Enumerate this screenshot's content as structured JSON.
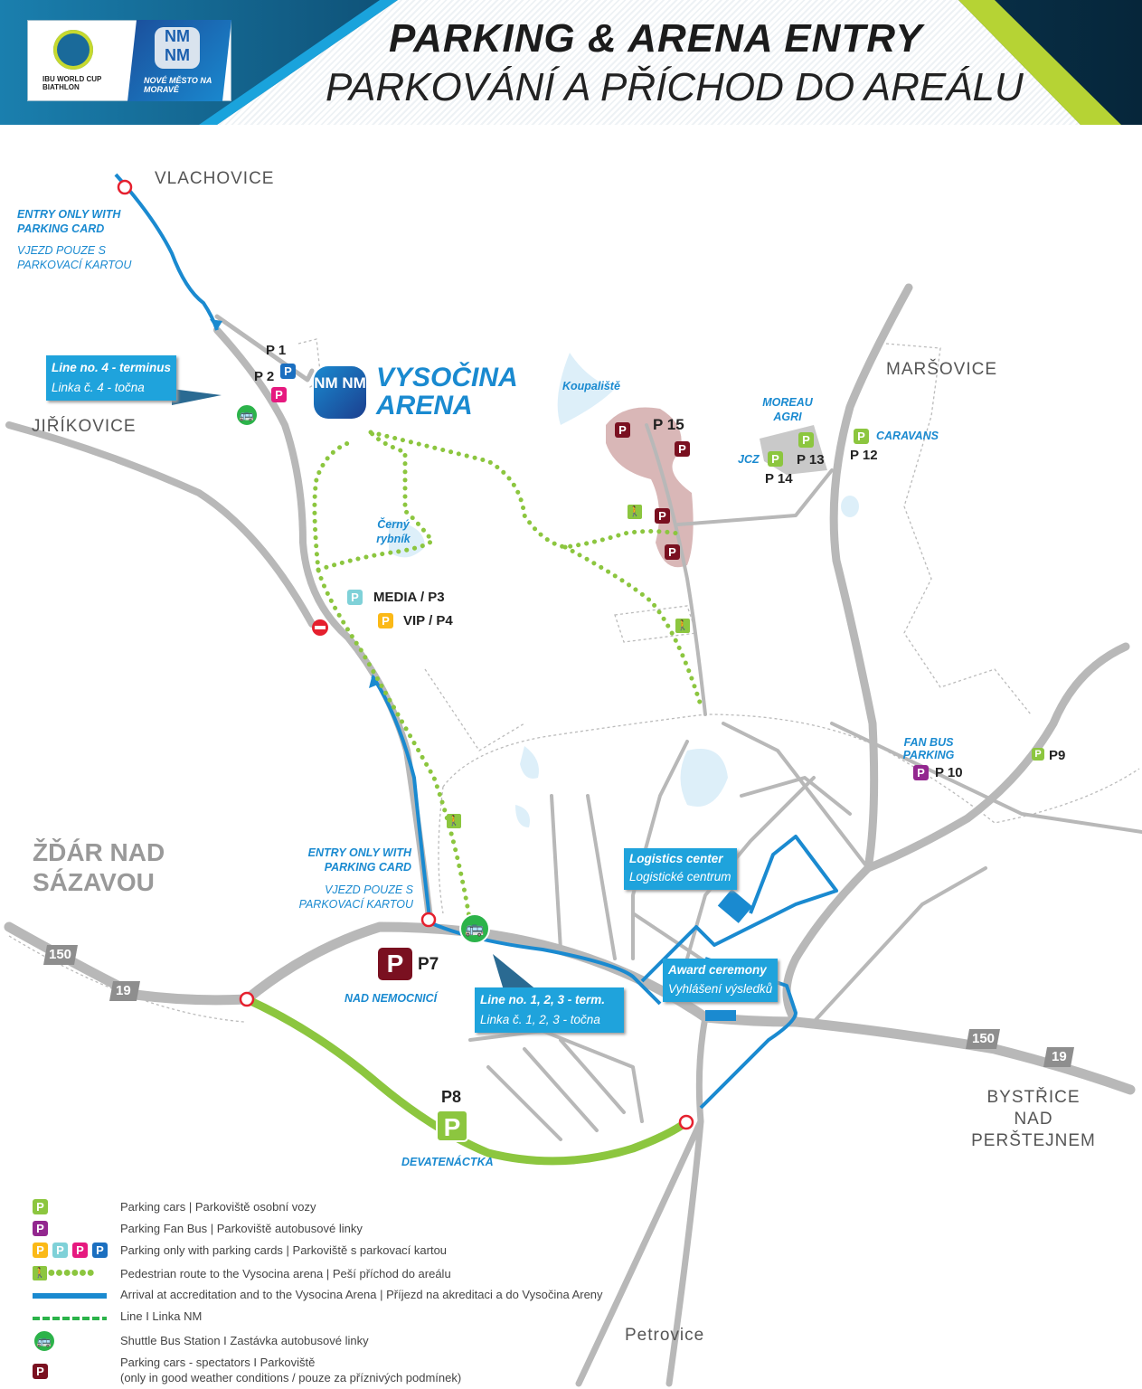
{
  "header": {
    "title_en": "PARKING & ARENA ENTRY",
    "title_cz": "PARKOVÁNÍ A PŘÍCHOD DO AREÁLU",
    "logo_ibu": "IBU WORLD CUP BIATHLON",
    "logo_nm": "NOVÉ MĚSTO NA MORAVĚ",
    "logo_nm_mark": "NM NM"
  },
  "places": {
    "vlachovice": "VLACHOVICE",
    "jirikovice": "JIŘÍKOVICE",
    "marsovice": "MARŠOVICE",
    "zdar": "ŽĎÁR NAD SÁZAVOU",
    "bystrice": "BYSTŘICE NAD PERŠTEJNEM",
    "petrovice": "Petrovice",
    "koupaliste": "Koupaliště",
    "cerny": "Černý rybník",
    "arena": "VYSOČINA ARENA"
  },
  "roads": {
    "r150w": "150",
    "r19w": "19",
    "r150e": "150",
    "r19e": "19"
  },
  "notes": {
    "entry1_en": "ENTRY ONLY WITH PARKING CARD",
    "entry1_cz": "VJEZD POUZE S PARKOVACÍ KARTOU",
    "entry2_en": "ENTRY ONLY WITH PARKING CARD",
    "entry2_cz": "VJEZD POUZE S PARKOVACÍ KARTOU",
    "moreau": "MOREAU AGRI",
    "caravans": "CARAVANS",
    "jcz": "JCZ",
    "fanbus": "FAN BUS PARKING",
    "nad_nemocnici": "NAD NEMOCNICÍ",
    "devatenactka": "DEVATENÁCTKA"
  },
  "parking": {
    "p1": "P 1",
    "p2": "P 2",
    "p3": "MEDIA / P3",
    "p4": "VIP / P4",
    "p7": "P7",
    "p8": "P8",
    "p9": "P9",
    "p10": "P 10",
    "p12": "P 12",
    "p13": "P 13",
    "p14": "P 14",
    "p15": "P 15",
    "icon": "P"
  },
  "callouts": {
    "line4_en": "Line no. 4 - terminus",
    "line4_cz": "Linka č. 4 - točna",
    "logistics_en": "Logistics center",
    "logistics_cz": "Logistické centrum",
    "award_en": "Award ceremony",
    "award_cz": "Vyhlášení výsledků",
    "line123_en": "Line no. 1, 2, 3 - term.",
    "line123_cz": "Linka č. 1, 2, 3 - točna"
  },
  "legend": [
    "Parking cars | Parkoviště osobní vozy",
    "Parking Fan Bus | Parkoviště autobusové linky",
    "Parking only with parking cards | Parkoviště s parkovací kartou",
    "Pedestrian route to the Vysocina arena | Peší příchod do areálu",
    "Arrival at accreditation and to the Vysocina Arena | Příjezd na akreditaci a do Vysočina Areny",
    "Line I Linka NM",
    "Shuttle Bus Station I Zastávka autobusové linky",
    "Parking cars - spectators  I  Parkoviště",
    "(only in good weather conditions / pouze za příznivých podmínek)"
  ],
  "colors": {
    "road": "#b8b8b8",
    "route": "#1a8ad0",
    "pedestrian": "#8cc63f",
    "spectator_area": "#d9b7b7"
  }
}
